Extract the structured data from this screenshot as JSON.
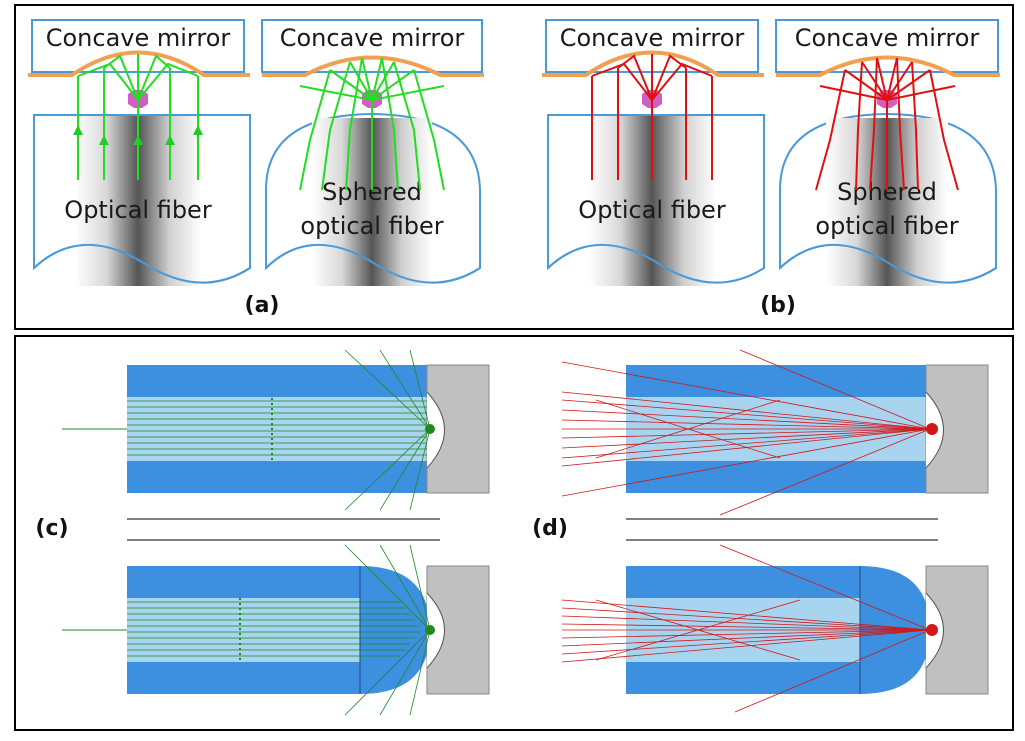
{
  "panel_a": {
    "mirror_left_label": "Concave mirror",
    "mirror_right_label": "Concave mirror",
    "fiber_left_label": "Optical fiber",
    "fiber_right_label_line1": "Sphered",
    "fiber_right_label_line2": "optical fiber",
    "tag": "(a)",
    "ray_color": "#22dd22"
  },
  "panel_b": {
    "mirror_left_label": "Concave mirror",
    "mirror_right_label": "Concave mirror",
    "fiber_left_label": "Optical fiber",
    "fiber_right_label_line1": "Sphered",
    "fiber_right_label_line2": "optical fiber",
    "tag": "(b)",
    "ray_color": "#e01010"
  },
  "panel_c": {
    "tag": "(c)",
    "ray_color": "#1e8a1e"
  },
  "panel_d": {
    "tag": "(d)",
    "ray_color": "#d01818"
  },
  "colors": {
    "fiber_outline": "#4a9ad8",
    "mirror": "#f0a050",
    "source": "#d060c0",
    "cladding": "#3d8fe0",
    "core": "#a8d4f0",
    "mirror_block": "#c0c0c0"
  }
}
